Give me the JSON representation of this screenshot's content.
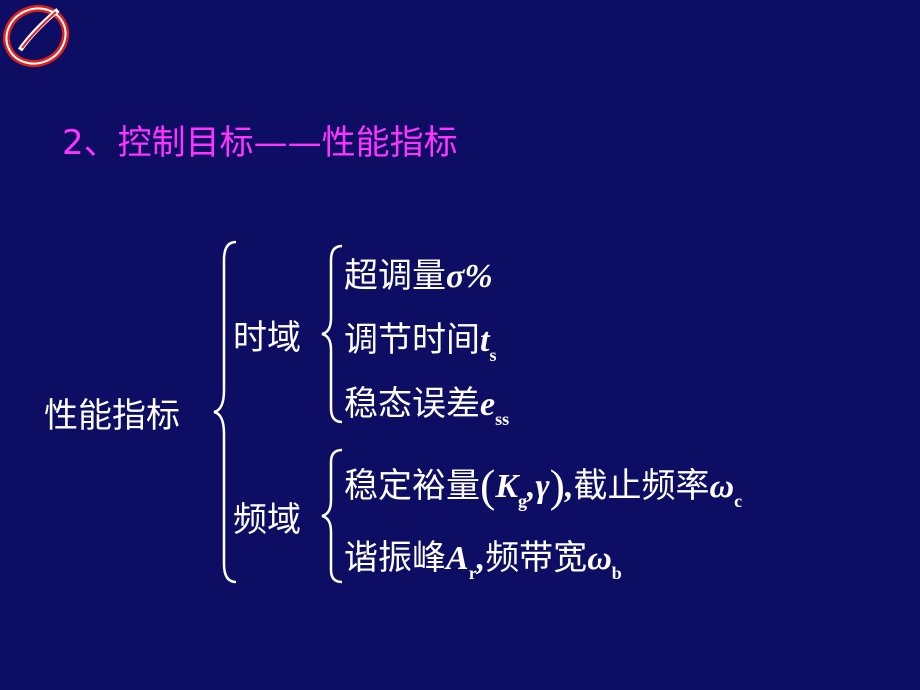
{
  "title": "2、控制目标——性能指标",
  "root": "性能指标",
  "time_domain": {
    "label": "时域",
    "items": [
      {
        "text": "超调量",
        "symbol": "σ%"
      },
      {
        "text": "调节时间",
        "symbol": "t",
        "sub": "s"
      },
      {
        "text": "稳态误差",
        "symbol": "e",
        "sub": "ss"
      }
    ]
  },
  "freq_domain": {
    "label": "频域",
    "line1": {
      "text": "稳定裕量",
      "open_paren": "(",
      "k_symbol": "K",
      "k_sub": "g",
      "comma": ",",
      "gamma": "γ",
      "close_paren": ")",
      "sep": ",",
      "text2": "截止频率",
      "omega": "ω",
      "omega_sub": "c"
    },
    "line2": {
      "text": "谐振峰",
      "a_symbol": "A",
      "a_sub": "r",
      "sep": ",",
      "text2": "频带宽",
      "omega": "ω",
      "omega_sub": "b"
    }
  },
  "colors": {
    "background": "#0d0d64",
    "title": "#ff33ff",
    "text": "#ffffff",
    "logo_red": "#e0201a"
  }
}
